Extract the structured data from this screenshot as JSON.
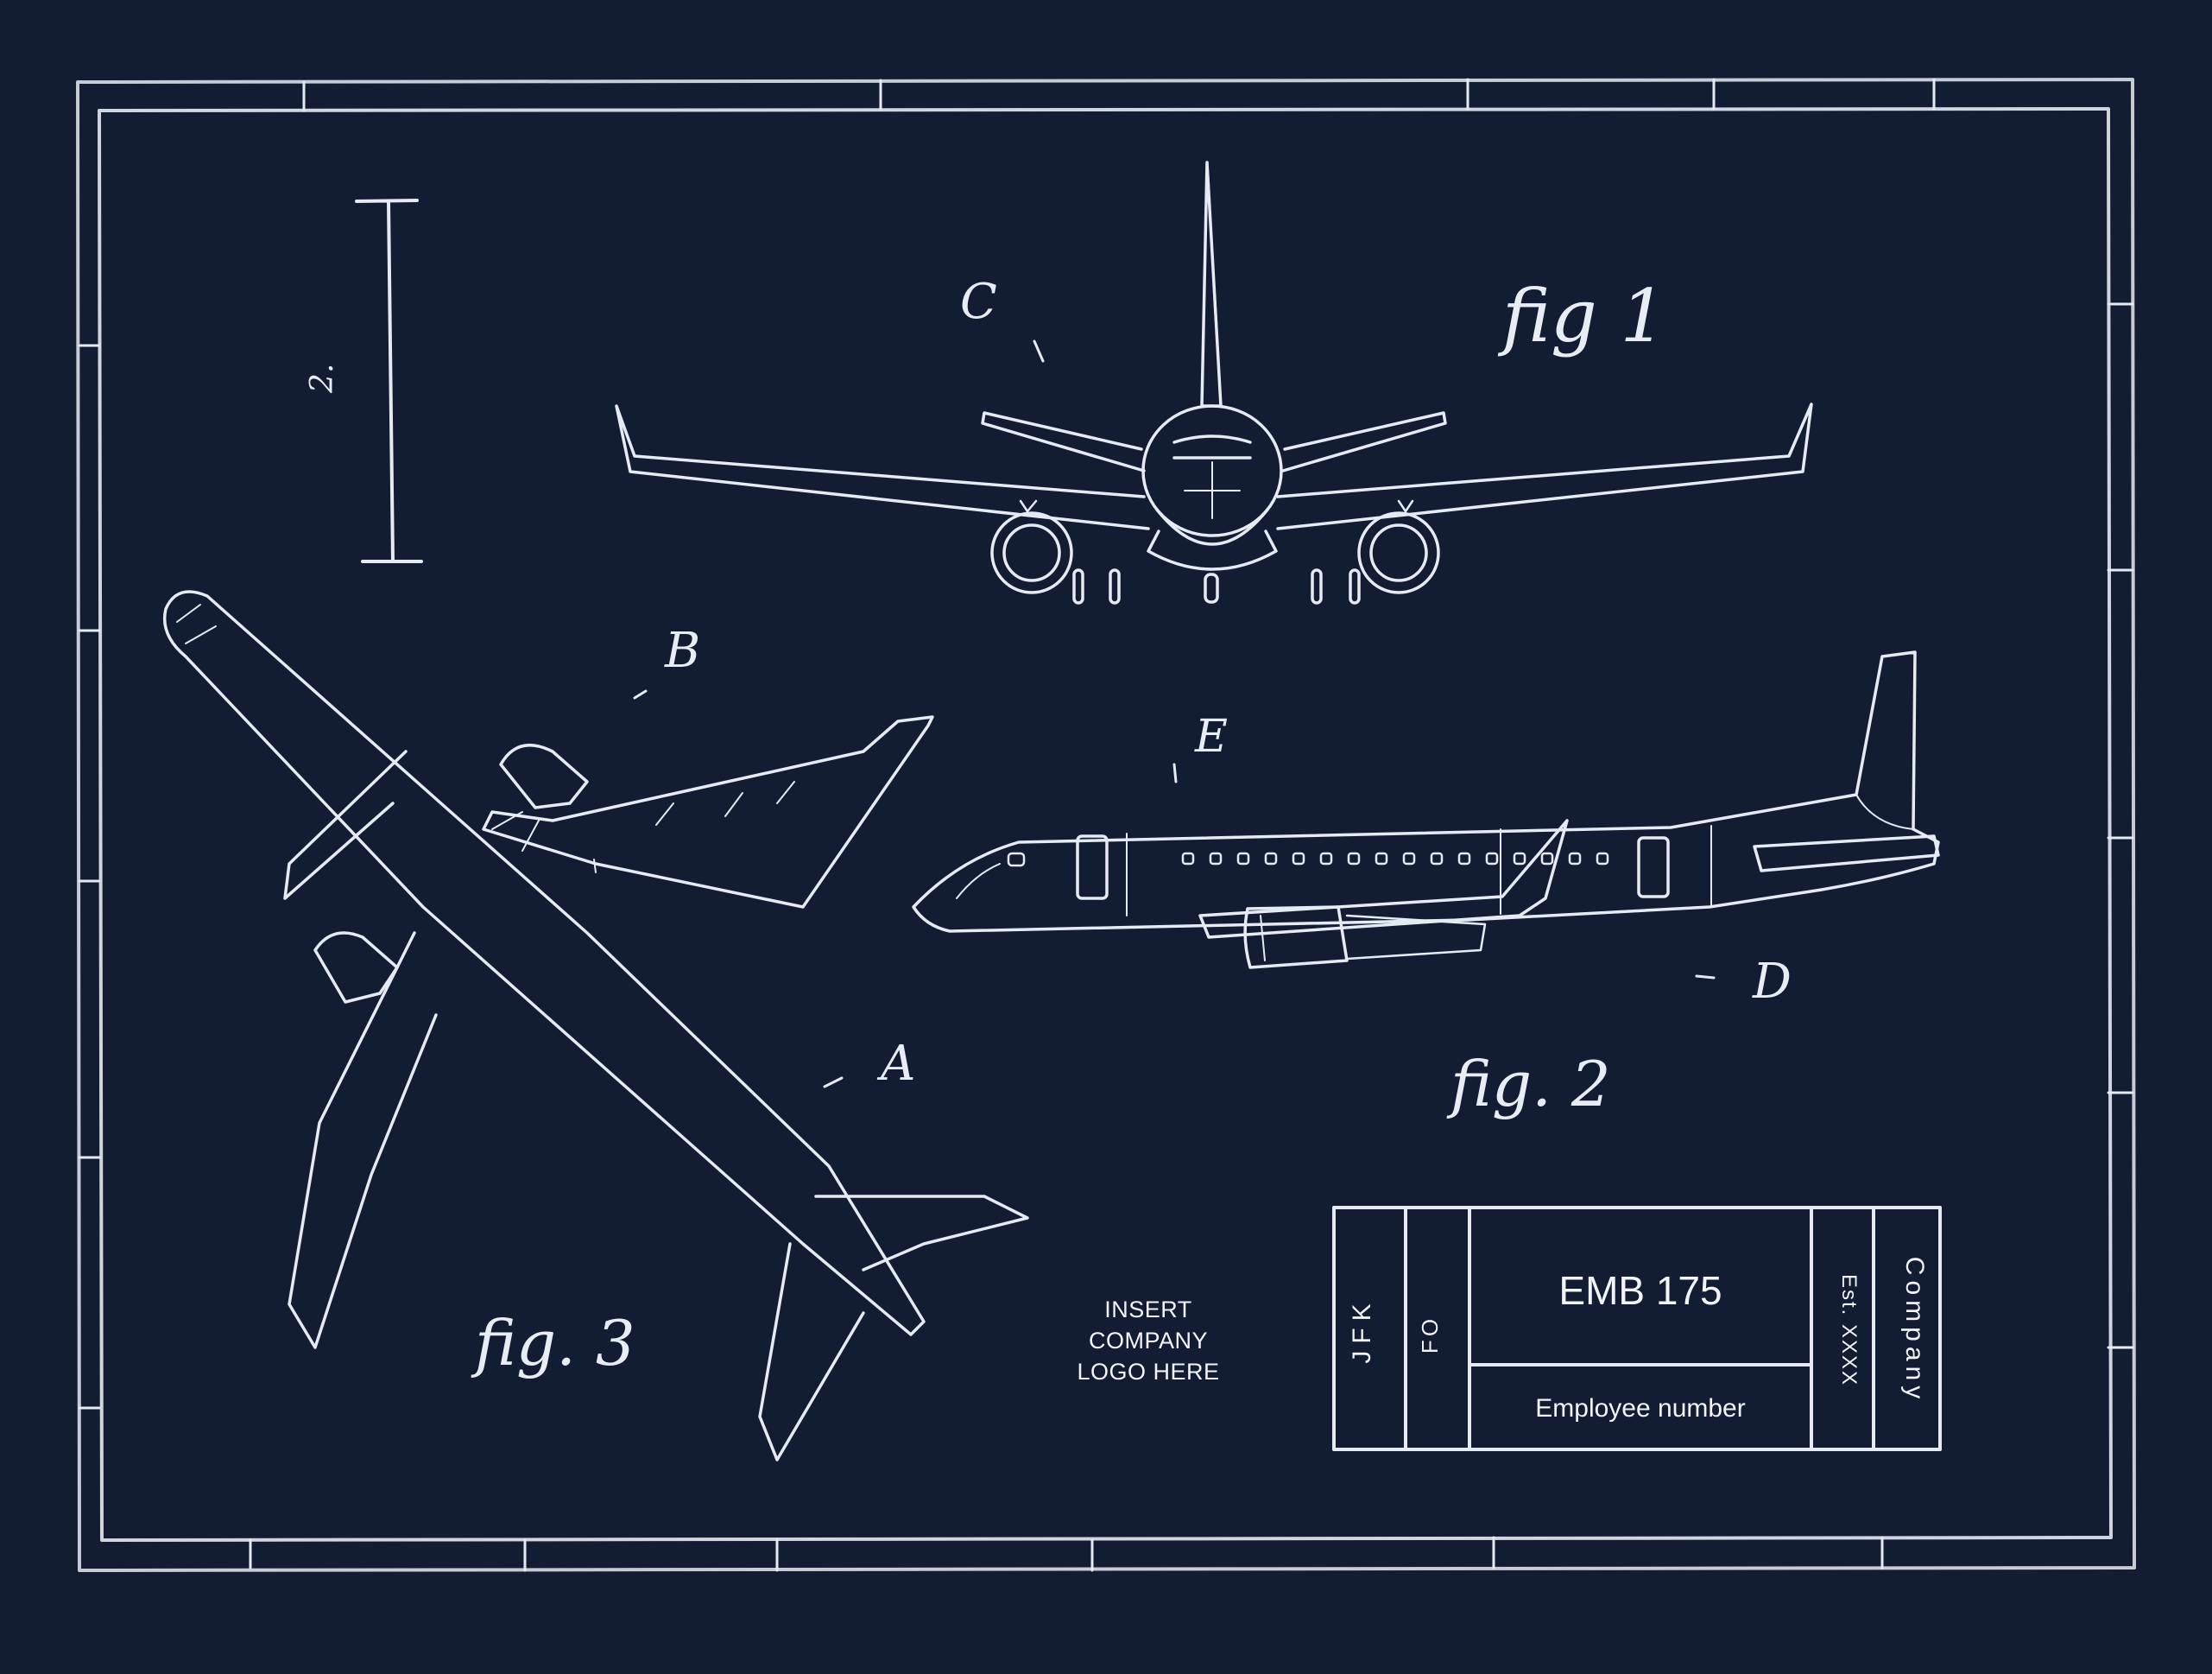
{
  "colors": {
    "background": "#121c33",
    "ink": "#eef1f6"
  },
  "figure_labels": {
    "fig1": "fig 1",
    "fig2": "fig. 2",
    "fig3": "fig. 3"
  },
  "callouts": {
    "a": "A",
    "b": "B",
    "c": "C",
    "d": "D",
    "e": "E"
  },
  "scale_bar_label": "2.",
  "logo_placeholder": {
    "line1": "INSERT",
    "line2": "COMPANY",
    "line3": "LOGO HERE"
  },
  "title_block": {
    "airport": "JFK",
    "position": "FO",
    "aircraft": "EMB 175",
    "employee": "Employee number",
    "established": "Est. XXXX",
    "company": "Company"
  }
}
